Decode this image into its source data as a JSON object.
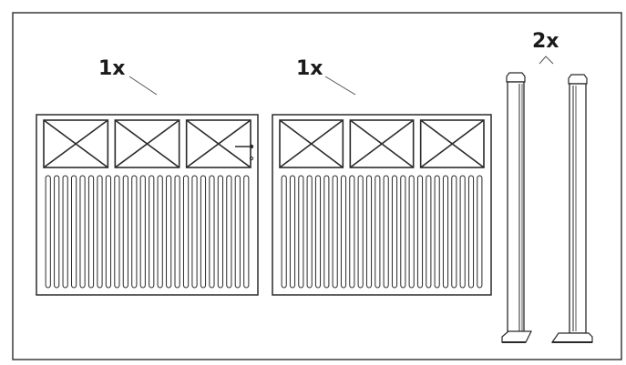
{
  "diagram": {
    "colors": {
      "stroke": "#2a2a2a",
      "frame": "#3a3a3a",
      "background": "#ffffff"
    },
    "parts": [
      {
        "id": "gate-leaf-left",
        "kind": "gate-leaf",
        "quantity_label": "1x",
        "has_latch": true
      },
      {
        "id": "gate-leaf-right",
        "kind": "gate-leaf",
        "quantity_label": "1x",
        "has_latch": false
      },
      {
        "id": "gate-post",
        "kind": "post",
        "quantity_label": "2x",
        "count": 2
      }
    ]
  }
}
